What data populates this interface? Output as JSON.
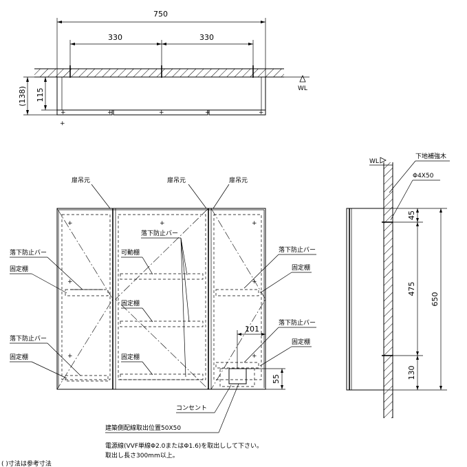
{
  "plan": {
    "dim_total": "750",
    "dim_left": "330",
    "dim_right": "330",
    "dim_depth": "115",
    "dim_depth_total": "(138)",
    "wl": "WL"
  },
  "front": {
    "hinge_left": "扉吊元",
    "hinge_mid": "扉吊元",
    "hinge_right": "扉吊元",
    "fall_bar_center": "落下防止バー",
    "movable_shelf": "可動棚",
    "fixed_shelf_mid1": "固定棚",
    "fixed_shelf_mid2": "固定棚",
    "fall_bar_left_top": "落下防止バー",
    "fixed_shelf_left_top": "固定棚",
    "fall_bar_left_bottom": "落下防止バー",
    "fixed_shelf_left_bottom": "固定棚",
    "fall_bar_right_top": "落下防止バー",
    "fixed_shelf_right_top": "固定棚",
    "dim_101": "101",
    "fall_bar_right_bottom": "落下防止バー",
    "fixed_shelf_right_bottom": "固定棚",
    "dim_55": "55",
    "outlet": "コンセント",
    "note_line1": "建築側配線取出位置50X50",
    "note_line2": "電源線(VVF単線Φ2.0またはΦ1.6)を取出しして下さい。",
    "note_line3": "取出し長さ300mm以上。",
    "note_line4": "(  )寸法は参考寸法"
  },
  "side": {
    "wl": "WL",
    "reinforcement": "下地補強木",
    "screw": "Φ4X50",
    "dim_45": "45",
    "dim_475": "475",
    "dim_130": "130",
    "dim_650": "650"
  }
}
